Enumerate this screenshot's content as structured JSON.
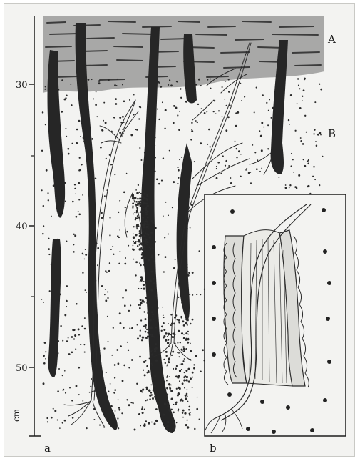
{
  "figure": {
    "panel_labels": {
      "a": "a",
      "b": "b"
    },
    "horizon_labels": {
      "upper": "A",
      "lower": "B"
    },
    "depth_scale": {
      "unit": "cm",
      "ticks": [
        {
          "label": "30"
        },
        {
          "label": "40"
        },
        {
          "label": "50"
        }
      ]
    }
  },
  "colors": {
    "paper": "#f3f3f1",
    "ink": "#1c1c1c",
    "soil_dark": "#2a2a2a"
  }
}
